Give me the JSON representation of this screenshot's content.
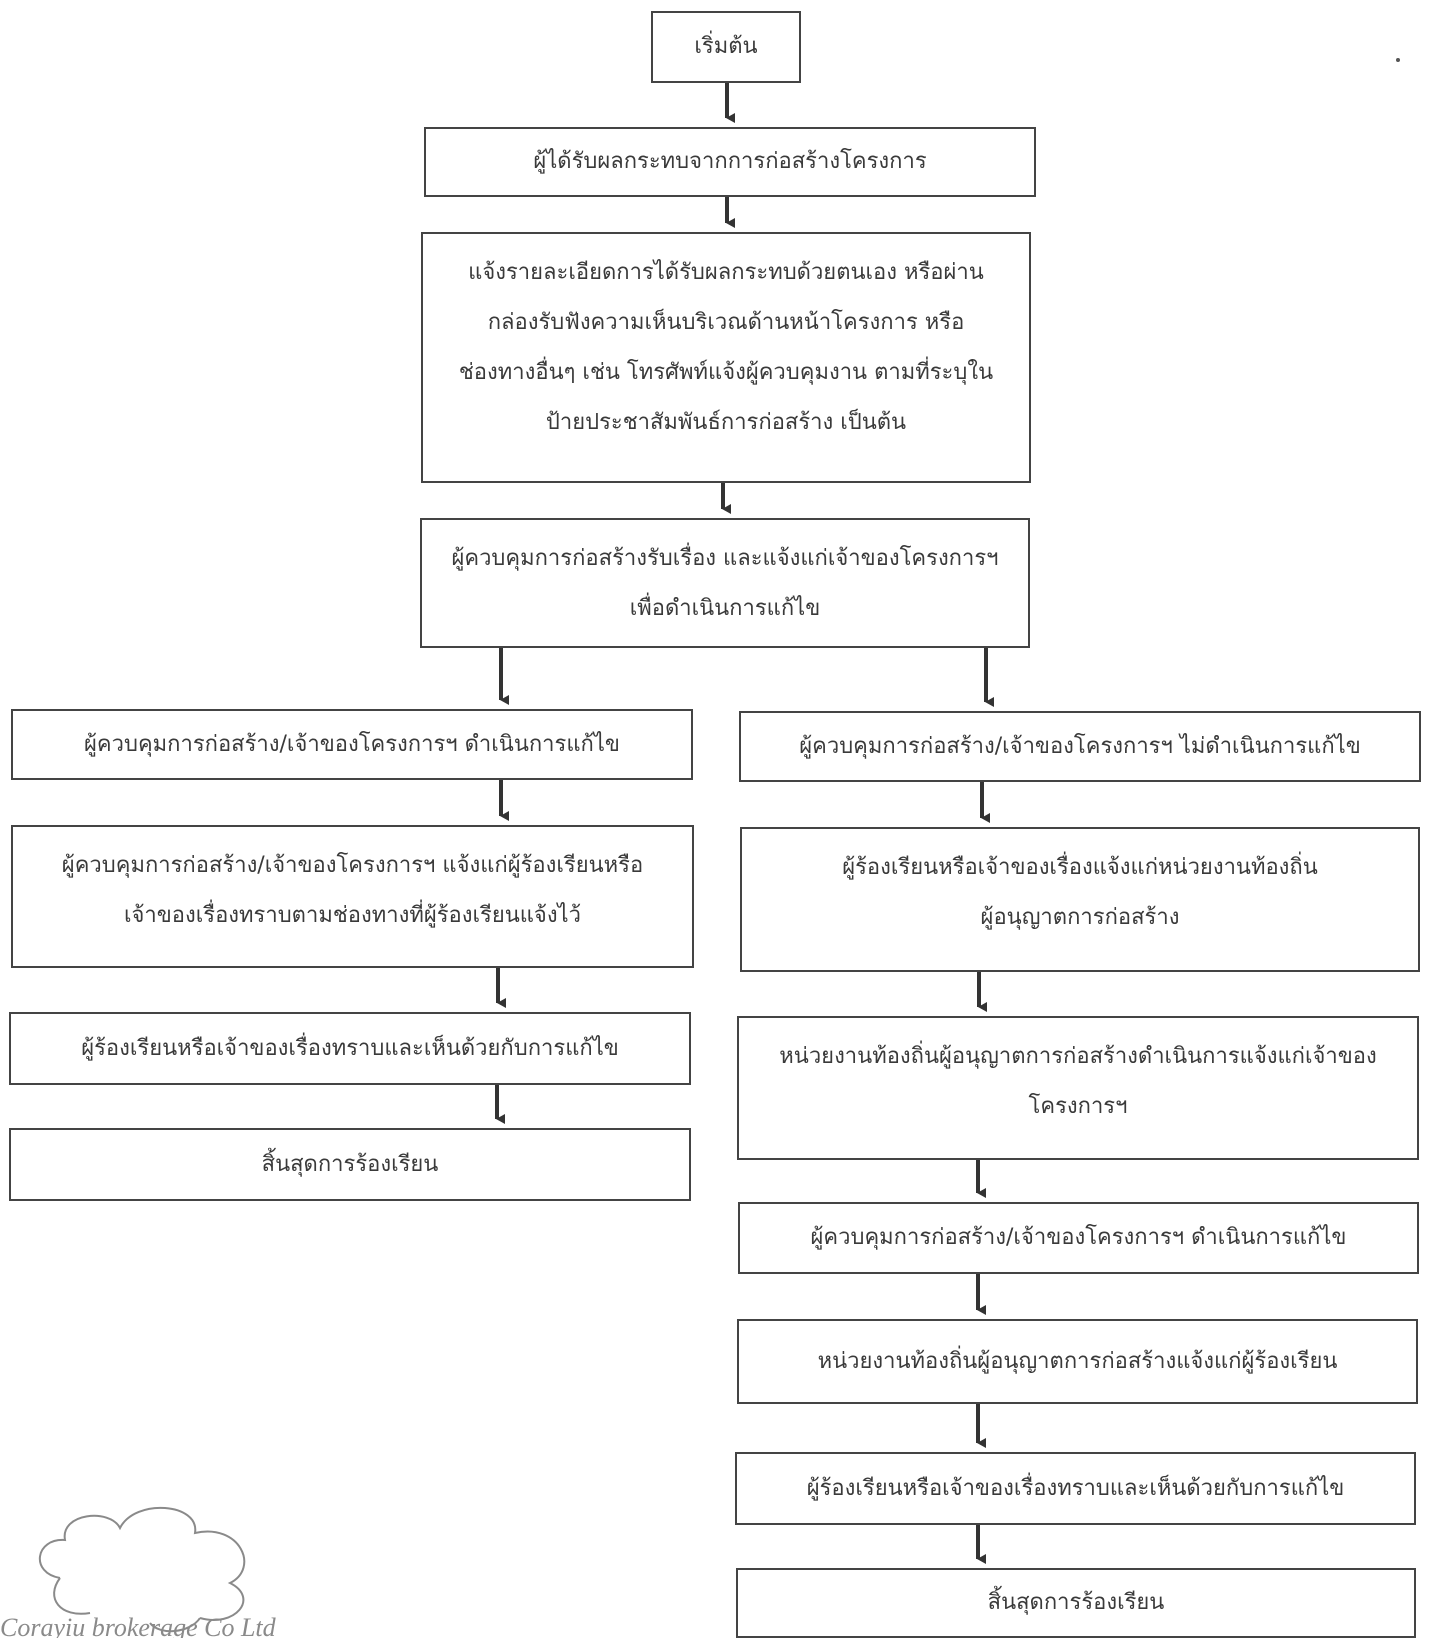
{
  "flowchart": {
    "start": "เริ่มต้น",
    "affected": "ผู้ได้รับผลกระทบจากการก่อสร้างโครงการ",
    "report": "แจ้งรายละเอียดการได้รับผลกระทบด้วยตนเอง หรือผ่าน\nกล่องรับฟังความเห็นบริเวณด้านหน้าโครงการ หรือ\nช่องทางอื่นๆ เช่น โทรศัพท์แจ้งผู้ควบคุมงาน ตามที่ระบุใน\nป้ายประชาสัมพันธ์การก่อสร้าง เป็นต้น",
    "receive": "ผู้ควบคุมการก่อสร้างรับเรื่อง และแจ้งแก่เจ้าของโครงการฯ\nเพื่อดำเนินการแก้ไข",
    "left": [
      "ผู้ควบคุมการก่อสร้าง/เจ้าของโครงการฯ ดำเนินการแก้ไข",
      "ผู้ควบคุมการก่อสร้าง/เจ้าของโครงการฯ แจ้งแก่ผู้ร้องเรียนหรือ\nเจ้าของเรื่องทราบตามช่องทางที่ผู้ร้องเรียนแจ้งไว้",
      "ผู้ร้องเรียนหรือเจ้าของเรื่องทราบและเห็นด้วยกับการแก้ไข",
      "สิ้นสุดการร้องเรียน"
    ],
    "right": [
      "ผู้ควบคุมการก่อสร้าง/เจ้าของโครงการฯ ไม่ดำเนินการแก้ไข",
      "ผู้ร้องเรียนหรือเจ้าของเรื่องแจ้งแก่หน่วยงานท้องถิ่น\nผู้อนุญาตการก่อสร้าง",
      "หน่วยงานท้องถิ่นผู้อนุญาตการก่อสร้างดำเนินการแจ้งแก่เจ้าของ\nโครงการฯ",
      "ผู้ควบคุมการก่อสร้าง/เจ้าของโครงการฯ ดำเนินการแก้ไข",
      "หน่วยงานท้องถิ่นผู้อนุญาตการก่อสร้างแจ้งแก่ผู้ร้องเรียน",
      "ผู้ร้องเรียนหรือเจ้าของเรื่องทราบและเห็นด้วยกับการแก้ไข",
      "สิ้นสุดการร้องเรียน"
    ]
  },
  "colors": {
    "line": "#333333",
    "text": "#3a3a3a",
    "signature": "#8a8a8a"
  },
  "logo": {
    "icon": "company-seal-signature",
    "text": "Corayiu brokerage Co Ltd"
  }
}
